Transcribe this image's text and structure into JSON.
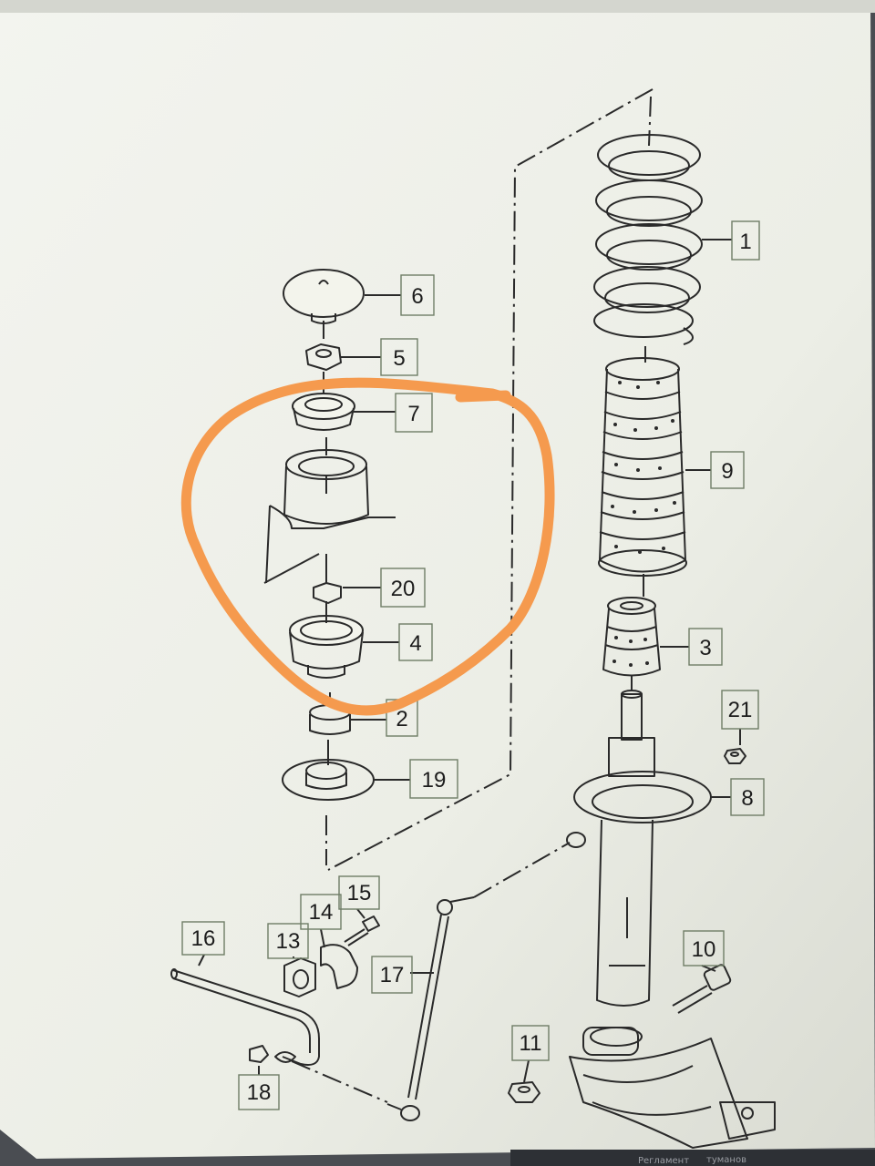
{
  "diagram": {
    "callouts": [
      {
        "id": "c1",
        "label": "1"
      },
      {
        "id": "c2",
        "label": "2"
      },
      {
        "id": "c3",
        "label": "3"
      },
      {
        "id": "c4",
        "label": "4"
      },
      {
        "id": "c5",
        "label": "5"
      },
      {
        "id": "c6",
        "label": "6"
      },
      {
        "id": "c7",
        "label": "7"
      },
      {
        "id": "c8",
        "label": "8"
      },
      {
        "id": "c9",
        "label": "9"
      },
      {
        "id": "c10",
        "label": "10"
      },
      {
        "id": "c11",
        "label": "11"
      },
      {
        "id": "c13",
        "label": "13"
      },
      {
        "id": "c14",
        "label": "14"
      },
      {
        "id": "c15",
        "label": "15"
      },
      {
        "id": "c16",
        "label": "16"
      },
      {
        "id": "c17",
        "label": "17"
      },
      {
        "id": "c18",
        "label": "18"
      },
      {
        "id": "c19",
        "label": "19"
      },
      {
        "id": "c20",
        "label": "20"
      },
      {
        "id": "c21",
        "label": "21"
      }
    ],
    "highlight_color": "#f59a4e",
    "line_color": "#2a2a2a",
    "paper_color": "#eef0e6"
  },
  "screen_bottom": {
    "text_1": "Регламент",
    "text_2": "туманов"
  }
}
